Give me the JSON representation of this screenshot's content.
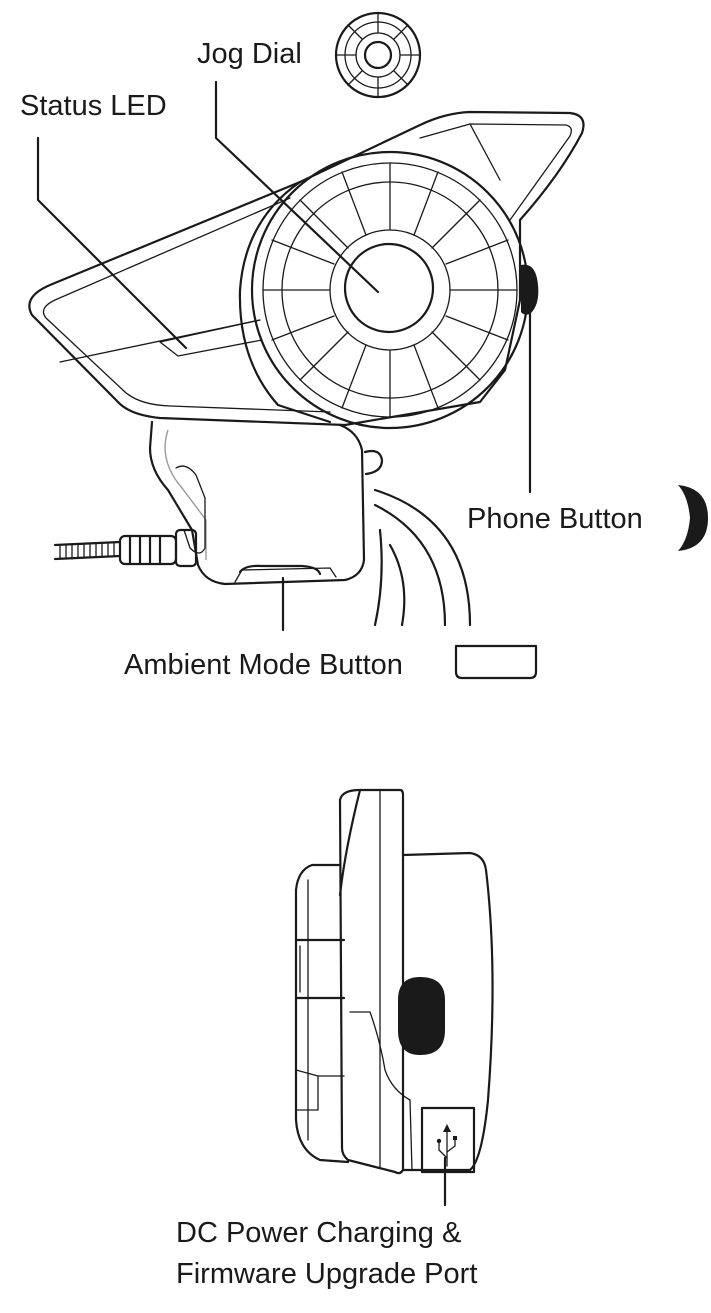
{
  "labels": {
    "jog_dial": "Jog Dial",
    "status_led": "Status LED",
    "phone_button": "Phone Button",
    "ambient_mode_button": "Ambient Mode Button",
    "dc_port_line1": "DC Power Charging &",
    "dc_port_line2": "Firmware Upgrade Port"
  },
  "icons": {
    "jog_dial_icon": "jog-dial-icon",
    "phone_button_icon": "phone-button-icon",
    "ambient_button_icon": "ambient-button-icon",
    "usb_icon": "usb-icon"
  },
  "colors": {
    "line": "#1a1a1a",
    "background": "#ffffff"
  }
}
